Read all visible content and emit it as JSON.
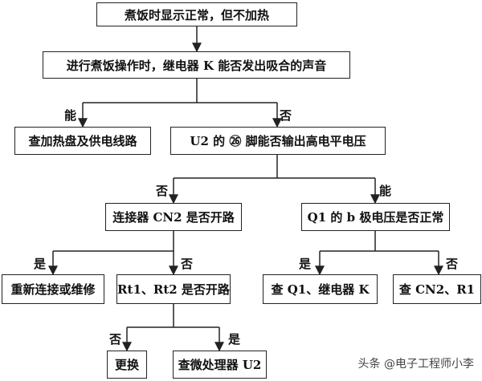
{
  "nodes": {
    "n1": "煮饭时显示正常，但不加热",
    "n2": "进行煮饭操作时，继电器 K 能否发出吸合的声音",
    "n3": "查加热盘及供电线路",
    "n4": "U2 的 ㉖ 脚能否输出高电平电压",
    "n5": "连接器 CN2 是否开路",
    "n6": "Q1 的 b 极电压是否正常",
    "n7": "重新连接或维修",
    "n8": "Rt1、Rt2 是否开路",
    "n9": "查 Q1、继电器 K",
    "n10": "查 CN2、R1",
    "n11": "更换",
    "n12": "查微处理器 U2"
  },
  "labels": {
    "neng": "能",
    "fou": "否",
    "shi": "是"
  },
  "watermark": "头条 @电子工程师小李"
}
